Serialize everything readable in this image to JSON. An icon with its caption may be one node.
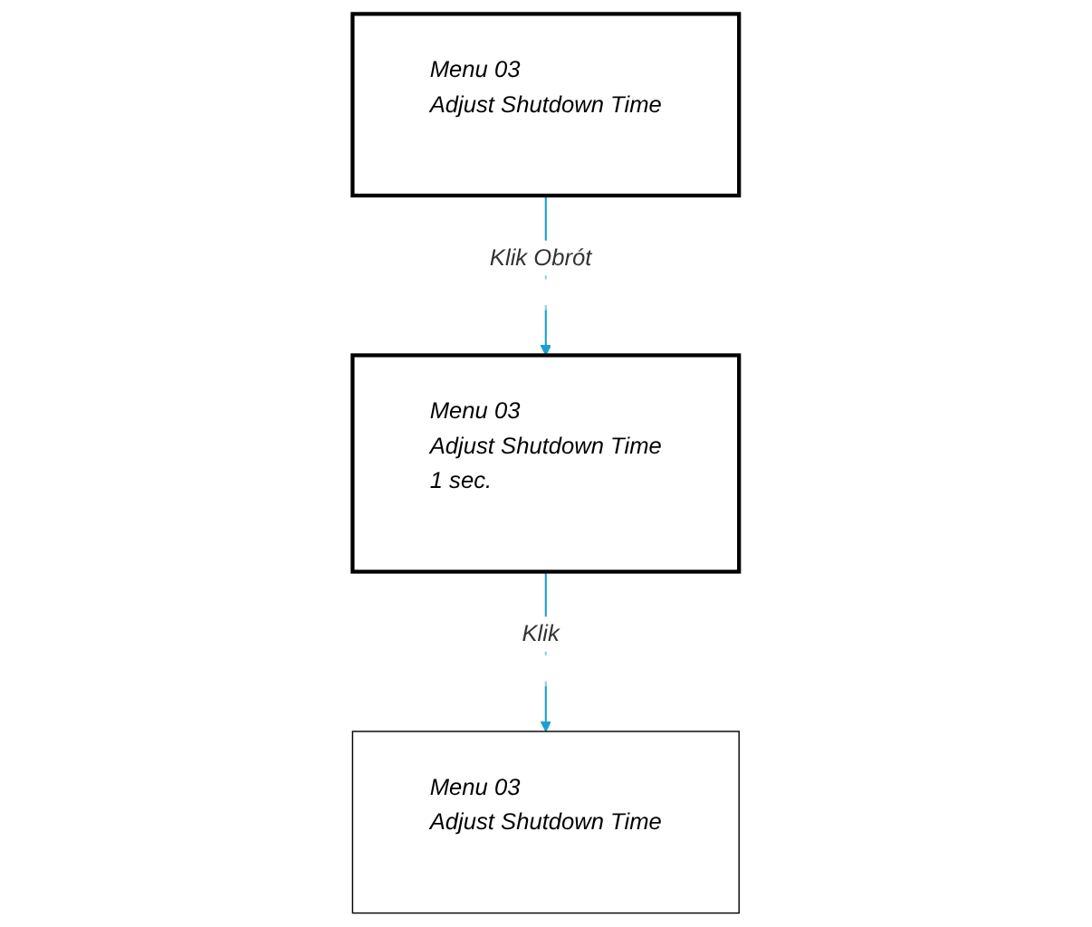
{
  "diagram": {
    "nodes": [
      {
        "text": [
          "Menu 03",
          "Adjust Shutdown Time"
        ]
      },
      {
        "text": [
          "Menu 03",
          "Adjust Shutdown Time",
          "1 sec."
        ]
      },
      {
        "text": [
          "Menu 03",
          "Adjust Shutdown Time"
        ]
      }
    ],
    "edges": [
      {
        "from": 0,
        "to": 1,
        "arrow": "to",
        "label": "Klik Obrót"
      },
      {
        "from": 1,
        "to": 2,
        "arrow": "to",
        "label": "Klik"
      }
    ]
  }
}
